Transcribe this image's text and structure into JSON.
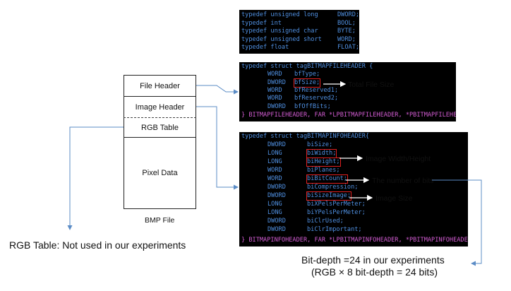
{
  "typedefs": [
    {
      "decl": "typedef unsigned long",
      "name": "DWORD;"
    },
    {
      "decl": "typedef int",
      "name": "BOOL;"
    },
    {
      "decl": "typedef unsigned char",
      "name": "BYTE;"
    },
    {
      "decl": "typedef unsigned short",
      "name": "WORD;"
    },
    {
      "decl": "typedef float",
      "name": "FLOAT;"
    }
  ],
  "file_header_struct": {
    "open": "typedef struct tagBITMAPFILEHEADER {",
    "fields": [
      {
        "type": "WORD",
        "name": "bfType;"
      },
      {
        "type": "DWORD",
        "name": "bfSize;"
      },
      {
        "type": "WORD",
        "name": "bfReserved1;"
      },
      {
        "type": "WORD",
        "name": "bfReserved2;"
      },
      {
        "type": "DWORD",
        "name": "bfOffBits;"
      }
    ],
    "close": "} BITMAPFILEHEADER, FAR *LPBITMAPFILEHEADER, *PBITMAPFILEHEADER;"
  },
  "info_header_struct": {
    "open": "typedef struct tagBITMAPINFOHEADER{",
    "fields": [
      {
        "type": "DWORD",
        "name": "biSize;"
      },
      {
        "type": "LONG",
        "name": "biWidth;"
      },
      {
        "type": "LONG",
        "name": "biHeight;"
      },
      {
        "type": "WORD",
        "name": "biPlanes;"
      },
      {
        "type": "WORD",
        "name": "biBitCount;"
      },
      {
        "type": "DWORD",
        "name": "biCompression;"
      },
      {
        "type": "DWORD",
        "name": "biSizeImage;"
      },
      {
        "type": "LONG",
        "name": "biXPelsPerMeter;"
      },
      {
        "type": "LONG",
        "name": "biYPelsPerMeter;"
      },
      {
        "type": "DWORD",
        "name": "biClrUsed;"
      },
      {
        "type": "DWORD",
        "name": "biClrImportant;"
      }
    ],
    "close": "} BITMAPINFOHEADER, FAR *LPBITMAPINFOHEADER, *PBITMAPINFOHEADER;"
  },
  "bmp_file": {
    "sections": [
      "File Header",
      "Image Header",
      "RGB Table",
      "Pixel Data"
    ],
    "caption": "BMP File"
  },
  "annotations": {
    "total_file_size": "Total File Size",
    "image_width_height": "Image Width/Height",
    "number_of_bits": "The number of bits",
    "image_size": "Image Size"
  },
  "notes": {
    "rgb_table": "RGB Table: Not used in our experiments",
    "bit_depth_line1": "Bit-depth =24 in our experiments",
    "bit_depth_line2": "(RGB × 8 bit-depth = 24 bits)"
  },
  "colors": {
    "code_bg": "#000000",
    "code_blue": "#4f8fe0",
    "code_magenta": "#d25cd2",
    "highlight_red": "#e02020",
    "connector_blue": "#5b8cc6"
  }
}
